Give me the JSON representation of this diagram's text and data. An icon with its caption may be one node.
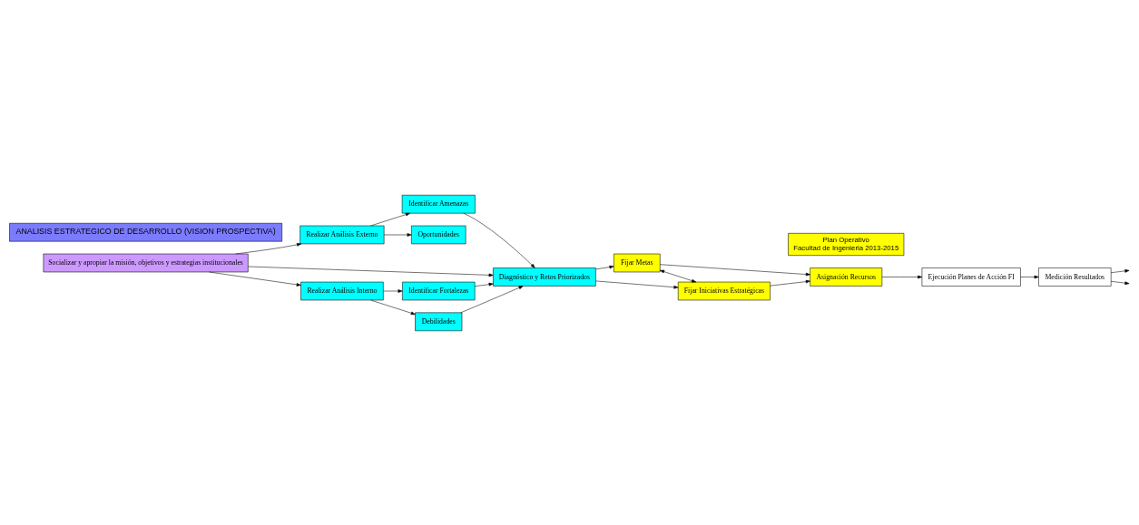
{
  "diagram": {
    "nodes": [
      {
        "text": [
          "ANALISIS ESTRATEGICO DE DESARROLLO (VISION PROSPECTIVA)"
        ]
      },
      {
        "text": [
          "Plan Operativo",
          "Facultad de Ingenieria 2013-2015"
        ]
      },
      {
        "text": [
          "Socializar y apropiar la misión, objetivos y estrategias institucionales"
        ]
      },
      {
        "text": [
          "Realizar Análisis Externo"
        ]
      },
      {
        "text": [
          "Identificar Amenazas"
        ]
      },
      {
        "text": [
          "Oportunidades"
        ]
      },
      {
        "text": [
          "Diagnóstico y Retos Priorizados"
        ]
      },
      {
        "text": [
          "Identificar Fortalezas"
        ]
      },
      {
        "text": [
          "Realizar Análisis Interno"
        ]
      },
      {
        "text": [
          "Debilidades"
        ]
      },
      {
        "text": [
          "Fijar Metas"
        ]
      },
      {
        "text": [
          "Asignación Recursos"
        ]
      },
      {
        "text": [
          "Fijar Iniciativas Estratégicas"
        ]
      },
      {
        "text": [
          "Ejecución Planes de Acción FI"
        ]
      },
      {
        "text": [
          "Medición Resultados"
        ]
      }
    ],
    "edges": [
      {
        "from": 2,
        "to": 3,
        "arrow": "to"
      },
      {
        "from": 2,
        "to": 6,
        "arrow": "to"
      },
      {
        "from": 2,
        "to": 8,
        "arrow": "to"
      },
      {
        "from": 3,
        "to": 4,
        "arrow": "to"
      },
      {
        "from": 3,
        "to": 5,
        "arrow": "to"
      },
      {
        "from": 8,
        "to": 7,
        "arrow": "to"
      },
      {
        "from": 8,
        "to": 9,
        "arrow": "to"
      },
      {
        "from": 4,
        "to": 6,
        "arrow": "to"
      },
      {
        "from": 7,
        "to": 6,
        "arrow": "to"
      },
      {
        "from": 9,
        "to": 6,
        "arrow": "to"
      },
      {
        "from": 6,
        "to": 10,
        "arrow": "to"
      },
      {
        "from": 6,
        "to": 12,
        "arrow": "to"
      },
      {
        "from": 10,
        "to": 12,
        "arrow": "both"
      },
      {
        "from": 10,
        "to": 11,
        "arrow": "to"
      },
      {
        "from": 12,
        "to": 11,
        "arrow": "to"
      },
      {
        "from": 11,
        "to": 13,
        "arrow": "to"
      },
      {
        "from": 13,
        "to": 14,
        "arrow": "to"
      },
      {
        "from": 14,
        "to": null,
        "arrow": "to"
      },
      {
        "from": 14,
        "to": null,
        "arrow": "to"
      }
    ]
  }
}
